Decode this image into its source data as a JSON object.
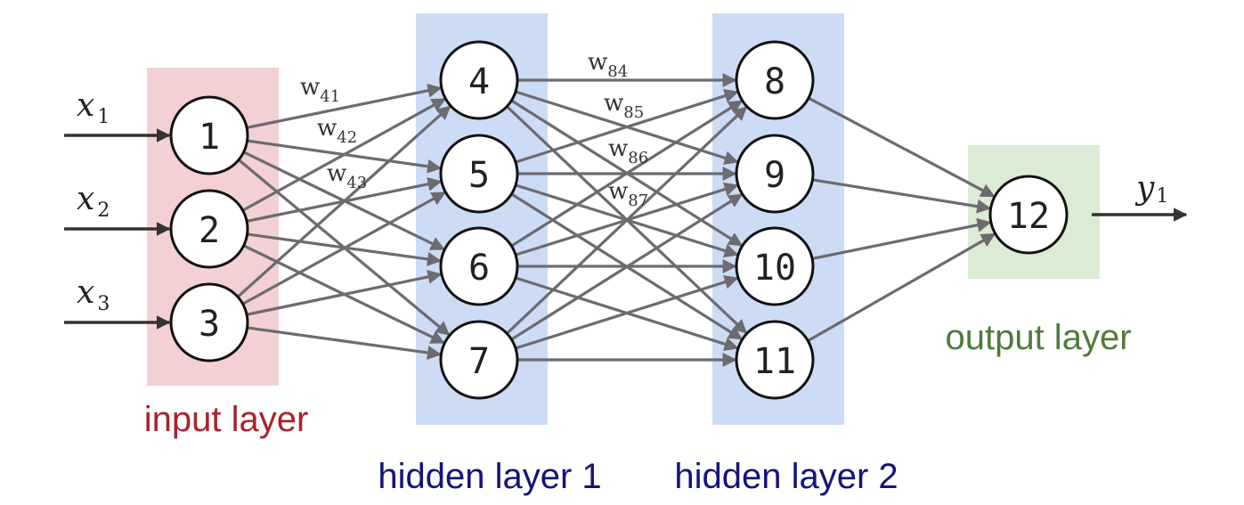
{
  "title": "Feed-forward neural network",
  "colors": {
    "input_bg": "#f3d0d3",
    "hidden_bg": "#cddcf5",
    "output_bg": "#dcebd4",
    "input_label": "#a8232e",
    "hidden_label": "#16137a",
    "output_label": "#4f7a3c",
    "edge": "#6b6b70",
    "node_stroke": "#111111"
  },
  "layers": [
    {
      "id": "input",
      "label": "input layer",
      "nodes": [
        "1",
        "2",
        "3"
      ]
    },
    {
      "id": "hidden1",
      "label": "hidden layer 1",
      "nodes": [
        "4",
        "5",
        "6",
        "7"
      ]
    },
    {
      "id": "hidden2",
      "label": "hidden layer 2",
      "nodes": [
        "8",
        "9",
        "10",
        "11"
      ]
    },
    {
      "id": "output",
      "label": "output layer",
      "nodes": [
        "12"
      ]
    }
  ],
  "inputs": [
    {
      "var": "x",
      "sub": "1",
      "target": "1"
    },
    {
      "var": "x",
      "sub": "2",
      "target": "2"
    },
    {
      "var": "x",
      "sub": "3",
      "target": "3"
    }
  ],
  "outputs": [
    {
      "var": "y",
      "sub": "1",
      "source": "12"
    }
  ],
  "connectivity": "fully-connected between adjacent layers",
  "weight_labels": [
    {
      "base": "w",
      "sub": "41"
    },
    {
      "base": "w",
      "sub": "42"
    },
    {
      "base": "w",
      "sub": "43"
    },
    {
      "base": "w",
      "sub": "84"
    },
    {
      "base": "w",
      "sub": "85"
    },
    {
      "base": "w",
      "sub": "86"
    },
    {
      "base": "w",
      "sub": "87"
    }
  ]
}
